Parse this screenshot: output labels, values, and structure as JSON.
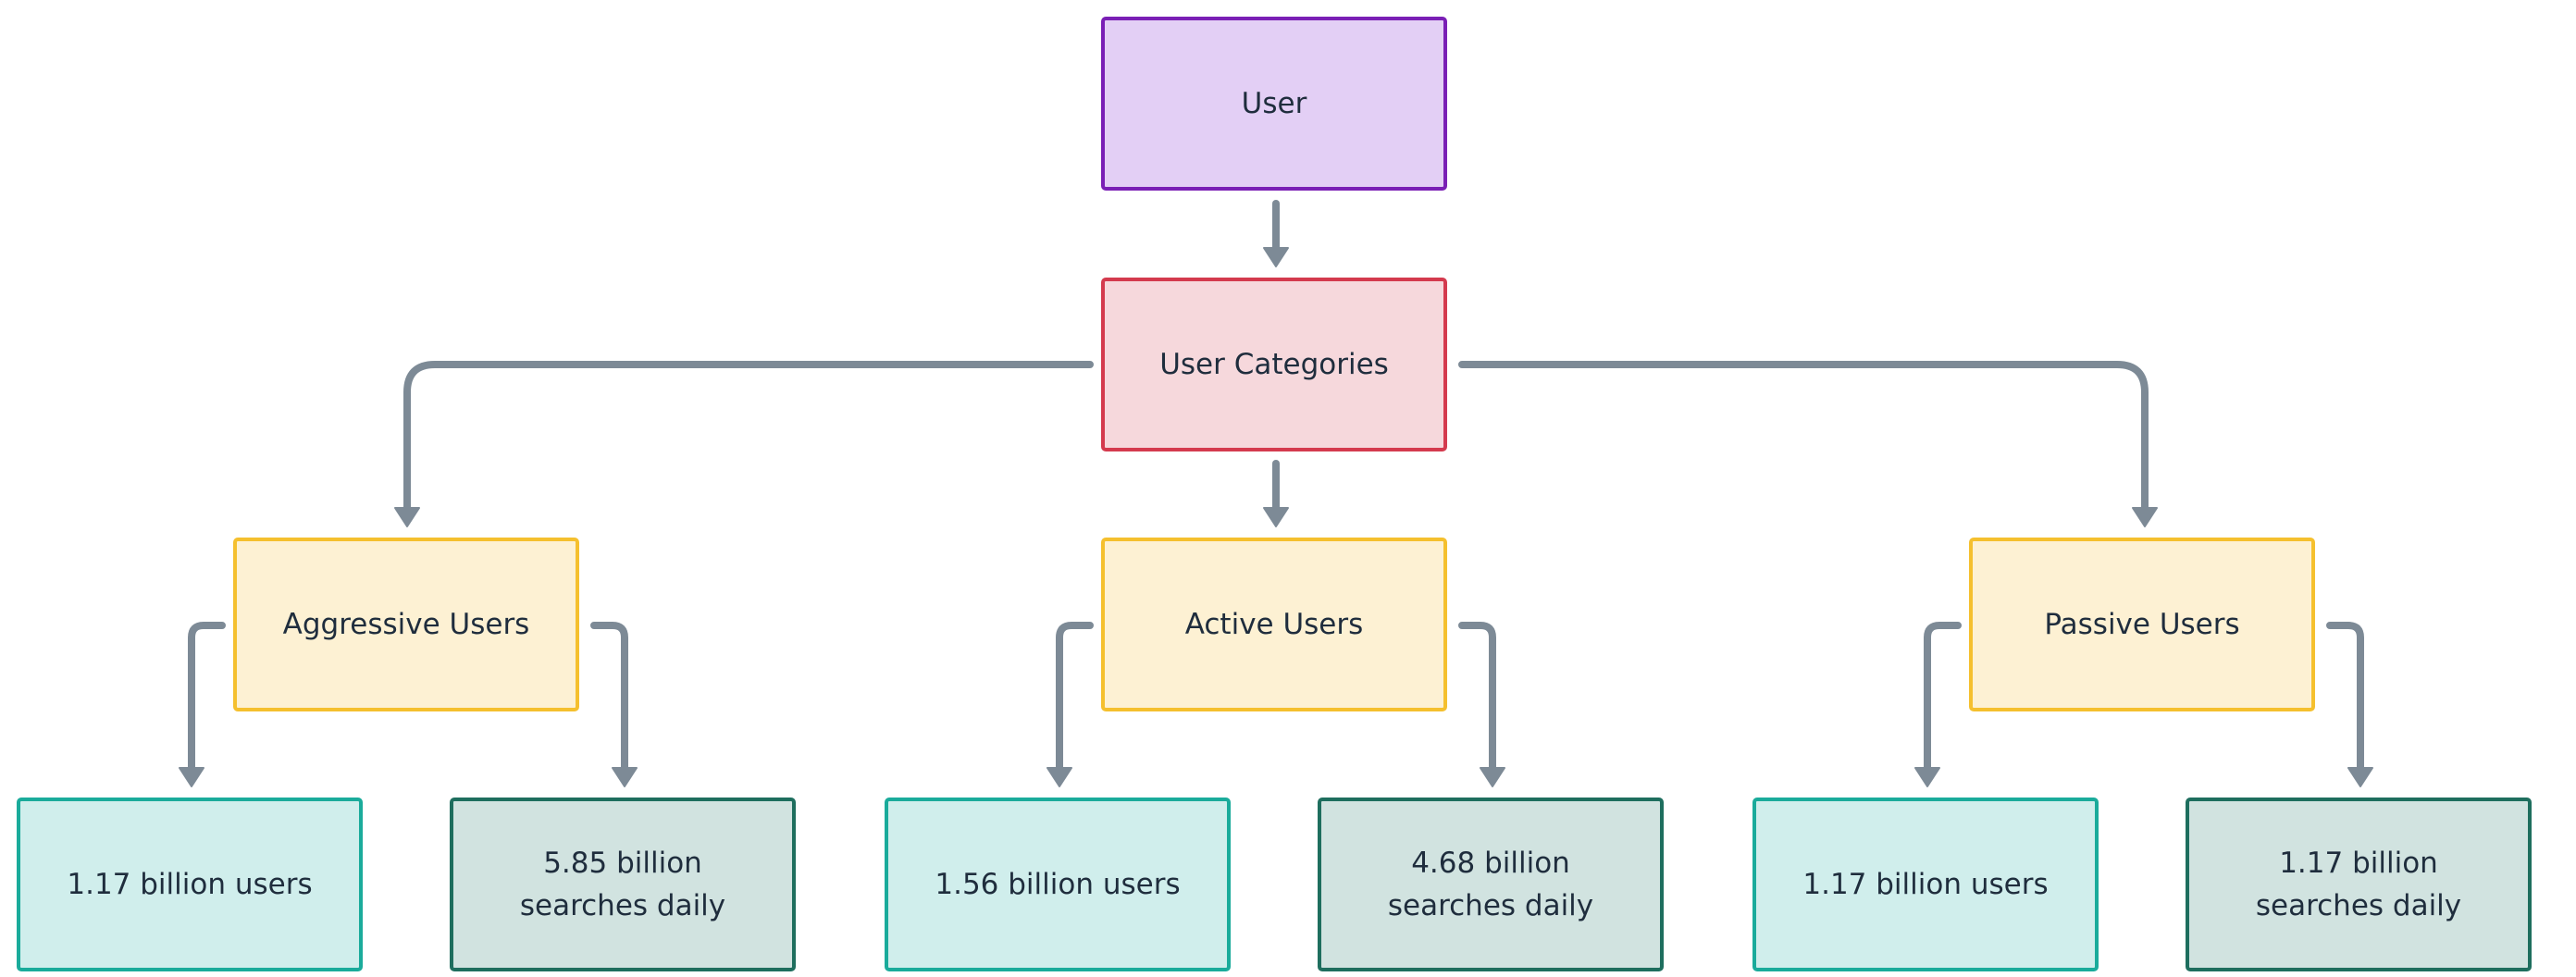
{
  "colors": {
    "user": {
      "fill": "#e3cff5",
      "stroke": "#7a1fb5"
    },
    "categories": {
      "fill": "#f6d8dc",
      "stroke": "#d43a4e"
    },
    "category": {
      "fill": "#fdf1d3",
      "stroke": "#f5c02e"
    },
    "users_stat": {
      "fill": "#d0eeec",
      "stroke": "#1aab9b"
    },
    "search_stat": {
      "fill": "#d1e3e0",
      "stroke": "#1e6e5e"
    },
    "arrow": "#7d8a96",
    "text": "#1f2d3d"
  },
  "nodes": {
    "user": "User",
    "user_categories": "User Categories",
    "aggressive": {
      "label": "Aggressive Users",
      "users": "1.17 billion users",
      "searches": "5.85 billion searches daily"
    },
    "active": {
      "label": "Active Users",
      "users": "1.56 billion users",
      "searches": "4.68 billion searches daily"
    },
    "passive": {
      "label": "Passive Users",
      "users": "1.17 billion users",
      "searches": "1.17 billion searches daily"
    }
  },
  "edges": [
    {
      "from": "User",
      "to": "User Categories"
    },
    {
      "from": "User Categories",
      "to": "Aggressive Users"
    },
    {
      "from": "User Categories",
      "to": "Active Users"
    },
    {
      "from": "User Categories",
      "to": "Passive Users"
    },
    {
      "from": "Aggressive Users",
      "to": "1.17 billion users"
    },
    {
      "from": "Aggressive Users",
      "to": "5.85 billion searches daily"
    },
    {
      "from": "Active Users",
      "to": "1.56 billion users"
    },
    {
      "from": "Active Users",
      "to": "4.68 billion searches daily"
    },
    {
      "from": "Passive Users",
      "to": "1.17 billion users"
    },
    {
      "from": "Passive Users",
      "to": "1.17 billion searches daily"
    }
  ]
}
